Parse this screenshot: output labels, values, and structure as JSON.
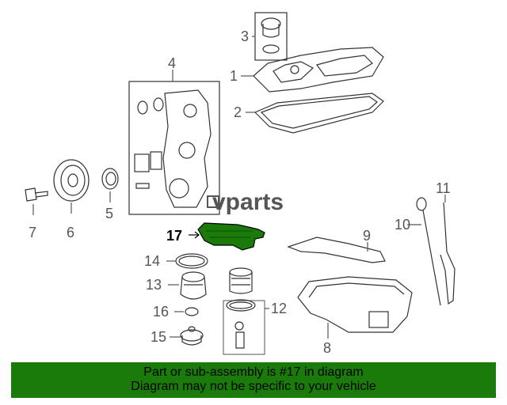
{
  "logo": {
    "text": "vparts"
  },
  "callouts": {
    "c1": "1",
    "c2": "2",
    "c3": "3",
    "c4": "4",
    "c5": "5",
    "c6": "6",
    "c7": "7",
    "c8": "8",
    "c9": "9",
    "c10": "10",
    "c11": "11",
    "c12": "12",
    "c13": "13",
    "c14": "14",
    "c15": "15",
    "c16": "16",
    "c17": "17"
  },
  "highlight_part": "17",
  "colors": {
    "highlight": "#1a7a0a",
    "banner": "#1a7a0a"
  },
  "banner": {
    "line1": "Part or sub-assembly is #17 in diagram",
    "line2": "Diagram may not be specific to your vehicle"
  }
}
